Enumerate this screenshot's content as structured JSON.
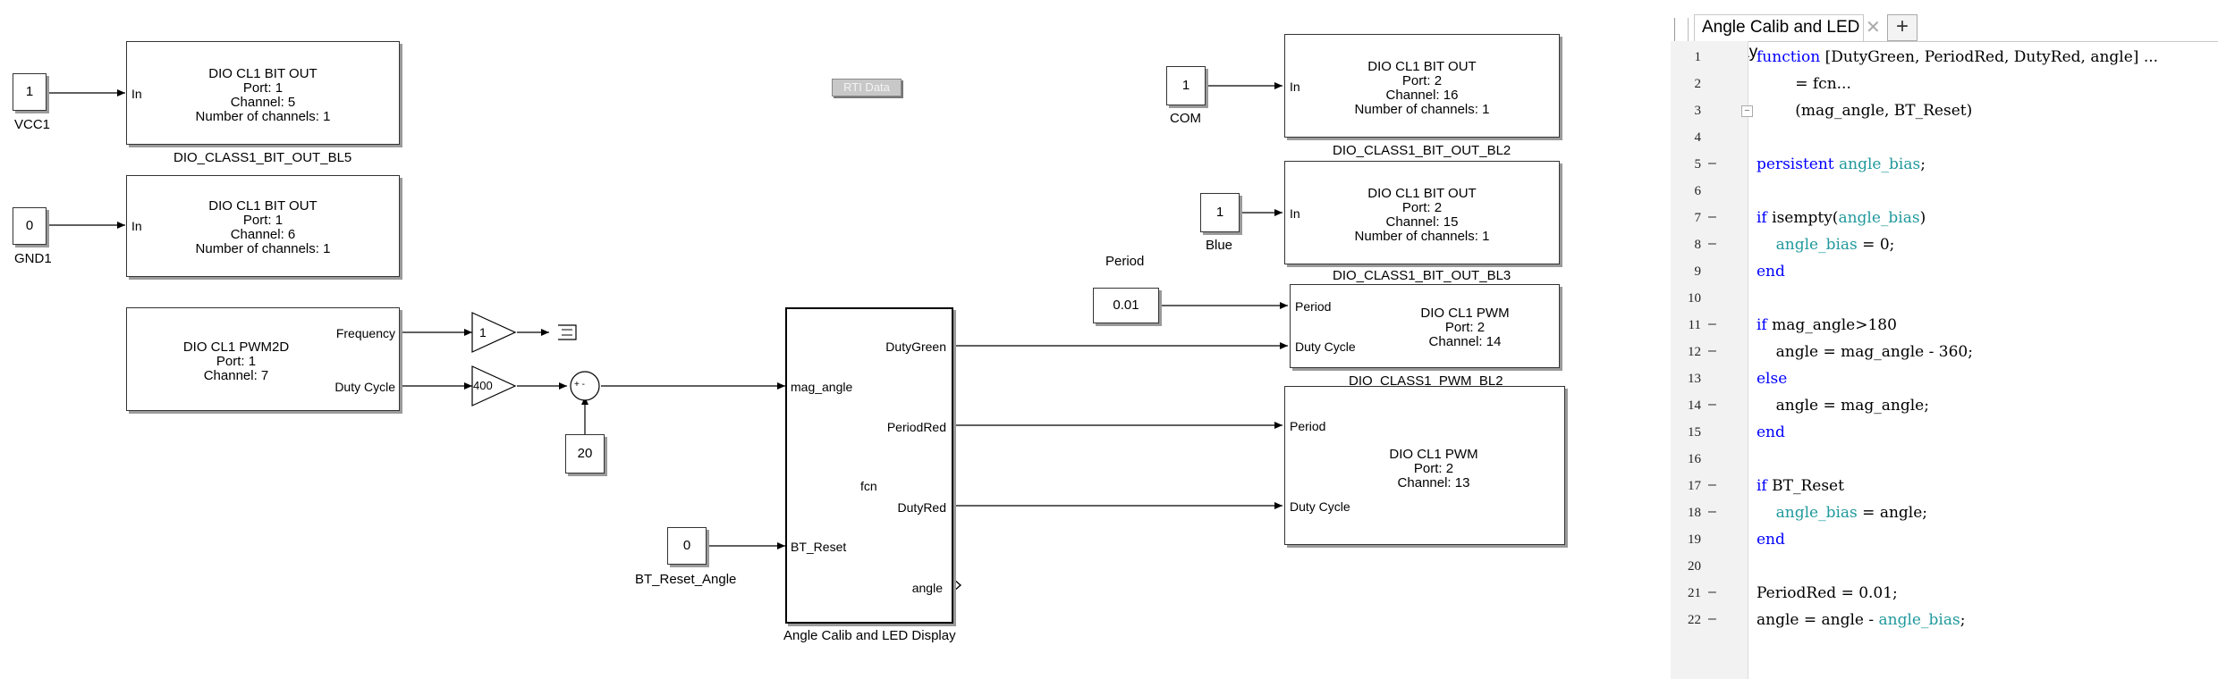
{
  "diagram": {
    "blocks": {
      "bl5": {
        "lines": [
          "DIO CL1 BIT OUT",
          "Port: 1",
          "Channel: 5",
          "Number of channels: 1"
        ],
        "in": "In",
        "name": "DIO_CLASS1_BIT_OUT_BL5"
      },
      "bl6": {
        "lines": [
          "DIO CL1 BIT OUT",
          "Port: 1",
          "Channel: 6",
          "Number of channels: 1"
        ],
        "in": "In"
      },
      "pwm2d": {
        "lines": [
          "DIO CL1 PWM2D",
          "Port: 1",
          "Channel: 7"
        ],
        "out1": "Frequency",
        "out2": "Duty Cycle"
      },
      "bl2": {
        "lines": [
          "DIO CL1 BIT OUT",
          "Port: 2",
          "Channel: 16",
          "Number of channels: 1"
        ],
        "in": "In",
        "name": "DIO_CLASS1_BIT_OUT_BL2"
      },
      "bl3": {
        "lines": [
          "DIO CL1 BIT OUT",
          "Port: 2",
          "Channel: 15",
          "Number of channels: 1"
        ],
        "in": "In",
        "name": "DIO_CLASS1_BIT_OUT_BL3"
      },
      "pwm_bl2": {
        "lines": [
          "DIO CL1 PWM",
          "Port: 2",
          "Channel: 14"
        ],
        "in1": "Period",
        "in2": "Duty Cycle",
        "name": "DIO_CLASS1_PWM_BL2"
      },
      "pwm_13": {
        "lines": [
          "DIO CL1 PWM",
          "Port: 2",
          "Channel: 13"
        ],
        "in1": "Period",
        "in2": "Duty Cycle"
      },
      "fcn": {
        "in1": "mag_angle",
        "in2": "BT_Reset",
        "out1": "DutyGreen",
        "out2": "PeriodRed",
        "out3": "DutyRed",
        "out4": "angle",
        "center": "fcn",
        "name": "Angle Calib and LED Display"
      }
    },
    "constants": {
      "vcc1": {
        "value": "1",
        "name": "VCC1"
      },
      "gnd1": {
        "value": "0",
        "name": "GND1"
      },
      "com": {
        "value": "1",
        "name": "COM"
      },
      "blue": {
        "value": "1",
        "name": "Blue"
      },
      "period": {
        "value": "0.01",
        "name": "Period"
      },
      "bias20": {
        "value": "20"
      },
      "bt_reset": {
        "value": "0",
        "name": "BT_Reset_Angle"
      }
    },
    "gains": {
      "g1": "1",
      "g400": "400"
    },
    "sum_signs": "+ -",
    "rti_data": "RTI Data"
  },
  "editor": {
    "tab_title": "Angle Calib and LED Display",
    "tab_add": "+",
    "lines": [
      {
        "n": "1",
        "dash": "",
        "fold": "",
        "parts": [
          [
            "kw",
            "function "
          ],
          [
            "",
            "[DutyGreen, PeriodRed, DutyRed, angle] ..."
          ]
        ]
      },
      {
        "n": "2",
        "dash": "",
        "fold": "",
        "parts": [
          [
            "",
            "        = fcn..."
          ]
        ]
      },
      {
        "n": "3",
        "dash": "",
        "fold": "−",
        "parts": [
          [
            "",
            "        (mag_angle, BT_Reset)"
          ]
        ]
      },
      {
        "n": "4",
        "dash": "",
        "fold": "",
        "parts": []
      },
      {
        "n": "5",
        "dash": "–",
        "fold": "",
        "parts": [
          [
            "kw",
            "persistent "
          ],
          [
            "vr",
            "angle_bias"
          ],
          [
            "",
            ";"
          ]
        ]
      },
      {
        "n": "6",
        "dash": "",
        "fold": "",
        "parts": []
      },
      {
        "n": "7",
        "dash": "–",
        "fold": "",
        "parts": [
          [
            "kw",
            "if "
          ],
          [
            "",
            "isempty("
          ],
          [
            "vr",
            "angle_bias"
          ],
          [
            "",
            ")"
          ]
        ]
      },
      {
        "n": "8",
        "dash": "–",
        "fold": "",
        "parts": [
          [
            "vr",
            "    angle_bias"
          ],
          [
            "",
            " = 0;"
          ]
        ]
      },
      {
        "n": "9",
        "dash": "",
        "fold": "",
        "parts": [
          [
            "kw",
            "end"
          ]
        ]
      },
      {
        "n": "10",
        "dash": "",
        "fold": "",
        "parts": []
      },
      {
        "n": "11",
        "dash": "–",
        "fold": "",
        "parts": [
          [
            "kw",
            "if "
          ],
          [
            "",
            "mag_angle>180"
          ]
        ]
      },
      {
        "n": "12",
        "dash": "–",
        "fold": "",
        "parts": [
          [
            "",
            "    angle = mag_angle - 360;"
          ]
        ]
      },
      {
        "n": "13",
        "dash": "",
        "fold": "",
        "parts": [
          [
            "kw",
            "else"
          ]
        ]
      },
      {
        "n": "14",
        "dash": "–",
        "fold": "",
        "parts": [
          [
            "",
            "    angle = mag_angle;"
          ]
        ]
      },
      {
        "n": "15",
        "dash": "",
        "fold": "",
        "parts": [
          [
            "kw",
            "end"
          ]
        ]
      },
      {
        "n": "16",
        "dash": "",
        "fold": "",
        "parts": []
      },
      {
        "n": "17",
        "dash": "–",
        "fold": "",
        "parts": [
          [
            "kw",
            "if "
          ],
          [
            "",
            "BT_Reset"
          ]
        ]
      },
      {
        "n": "18",
        "dash": "–",
        "fold": "",
        "parts": [
          [
            "vr",
            "    angle_bias"
          ],
          [
            "",
            " = angle;"
          ]
        ]
      },
      {
        "n": "19",
        "dash": "",
        "fold": "",
        "parts": [
          [
            "kw",
            "end"
          ]
        ]
      },
      {
        "n": "20",
        "dash": "",
        "fold": "",
        "parts": []
      },
      {
        "n": "21",
        "dash": "–",
        "fold": "",
        "parts": [
          [
            "",
            "PeriodRed = 0.01;"
          ]
        ]
      },
      {
        "n": "22",
        "dash": "–",
        "fold": "",
        "parts": [
          [
            "",
            "angle = angle - "
          ],
          [
            "vr",
            "angle_bias"
          ],
          [
            "",
            ";"
          ]
        ]
      }
    ]
  }
}
